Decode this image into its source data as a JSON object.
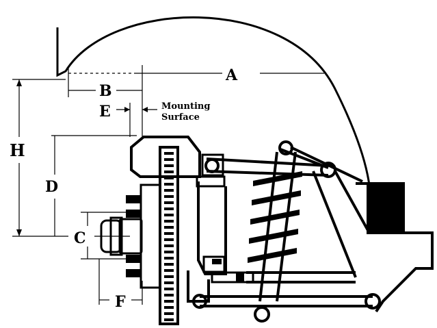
{
  "labels": {
    "a": "A",
    "b": "B",
    "c": "C",
    "d": "D",
    "e": "E",
    "f": "F",
    "h": "H"
  },
  "note": {
    "line1": "Mounting",
    "line2": "Surface"
  }
}
